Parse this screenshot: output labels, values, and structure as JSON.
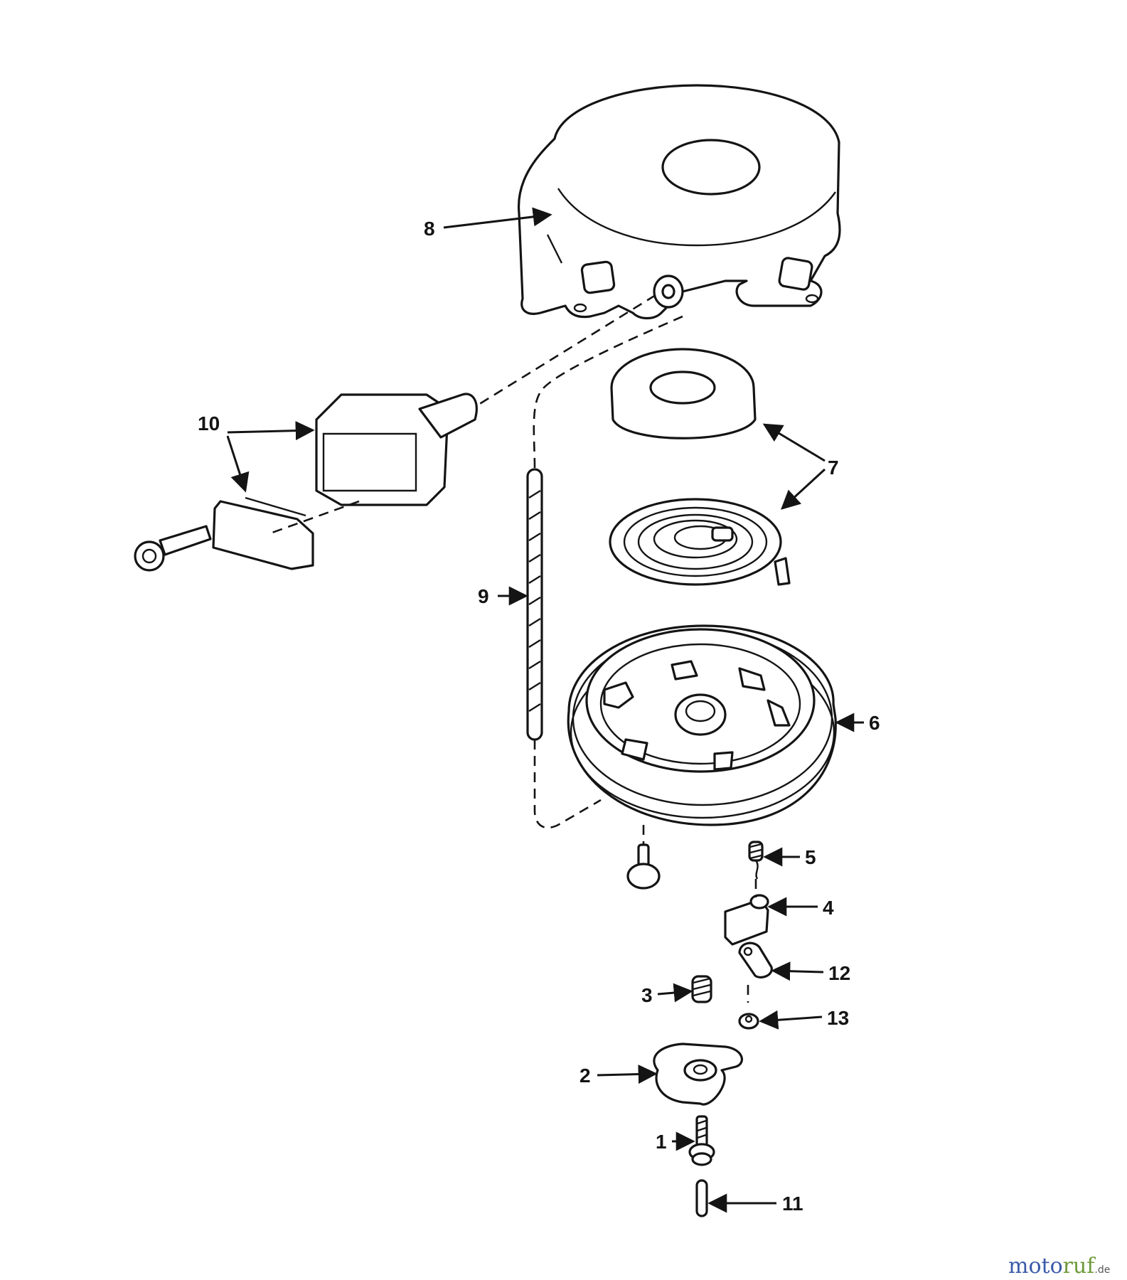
{
  "diagram": {
    "callouts": [
      {
        "id": "1",
        "label": "1"
      },
      {
        "id": "2",
        "label": "2"
      },
      {
        "id": "3",
        "label": "3"
      },
      {
        "id": "4",
        "label": "4"
      },
      {
        "id": "5",
        "label": "5"
      },
      {
        "id": "6",
        "label": "6"
      },
      {
        "id": "7",
        "label": "7"
      },
      {
        "id": "8",
        "label": "8"
      },
      {
        "id": "9",
        "label": "9"
      },
      {
        "id": "10",
        "label": "10"
      },
      {
        "id": "11",
        "label": "11"
      },
      {
        "id": "12",
        "label": "12"
      },
      {
        "id": "13",
        "label": "13"
      }
    ]
  },
  "watermark": {
    "part_a": "moto",
    "part_b": "ruf",
    "suffix": ".de"
  },
  "colors": {
    "ink": "#141414",
    "watermark_blue": "#3b5aa8",
    "watermark_green": "#6e9a3a"
  }
}
